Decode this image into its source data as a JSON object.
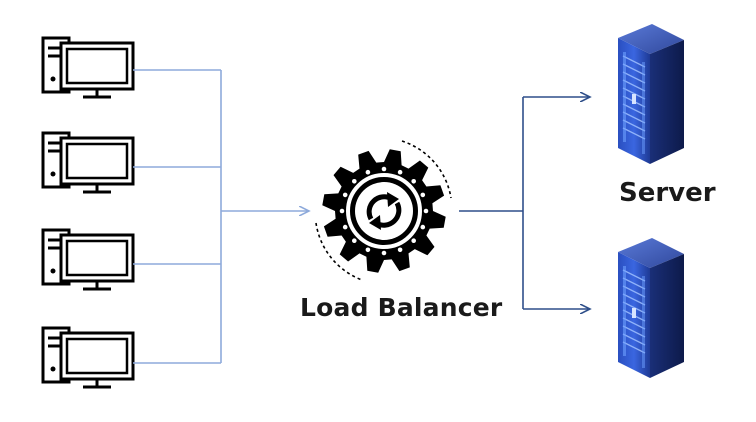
{
  "load_balancer": {
    "label": "Load Balancer",
    "icon": "gear-refresh-icon"
  },
  "servers": {
    "label": "Server",
    "count": 2,
    "icon": "server-rack-icon"
  },
  "clients": {
    "count": 4,
    "icon": "desktop-computer-icon"
  },
  "colors": {
    "client_lines": "#8eaadb",
    "server_lines": "#2f4f8a",
    "icon_black": "#000000",
    "server_body": "#1f3b8f",
    "server_glow": "#4f7dff"
  }
}
